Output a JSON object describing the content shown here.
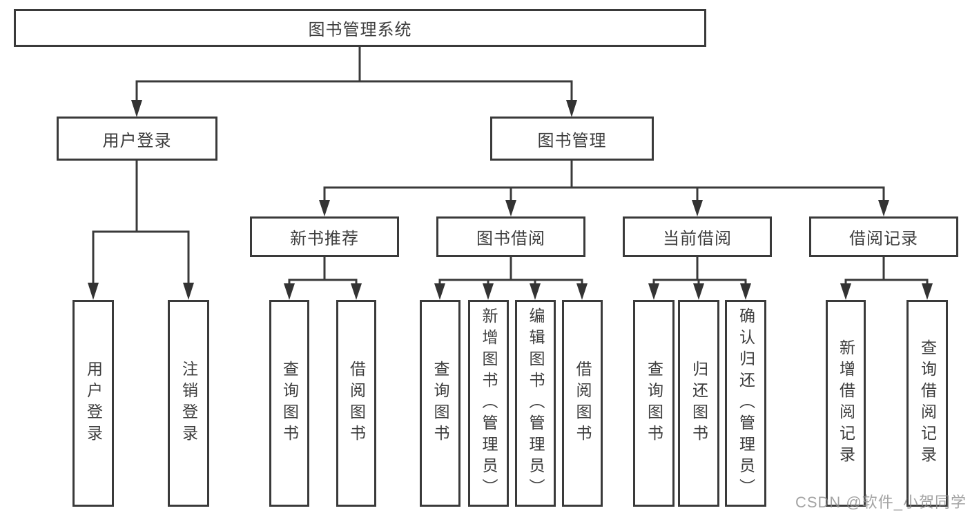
{
  "diagram": {
    "root": "图书管理系统",
    "branches": [
      {
        "label": "用户登录",
        "children": [
          "用户登录",
          "注销登录"
        ]
      },
      {
        "label": "图书管理",
        "sections": [
          {
            "label": "新书推荐",
            "children": [
              "查询图书",
              "借阅图书"
            ]
          },
          {
            "label": "图书借阅",
            "children": [
              "查询图书",
              "新增图书（管理员）",
              "编辑图书（管理员）",
              "借阅图书"
            ]
          },
          {
            "label": "当前借阅",
            "children": [
              "查询图书",
              "归还图书",
              "确认归还（管理员）"
            ]
          },
          {
            "label": "借阅记录",
            "children": [
              "新增借阅记录",
              "查询借阅记录"
            ]
          }
        ]
      }
    ]
  },
  "watermark": "CSDN @软件_小贺同学",
  "colors": {
    "line": "#3a3a3a",
    "box_border": "#3a3a3a",
    "text": "#3d3d3d",
    "watermark": "#8d8d8d",
    "background": "#ffffff"
  }
}
